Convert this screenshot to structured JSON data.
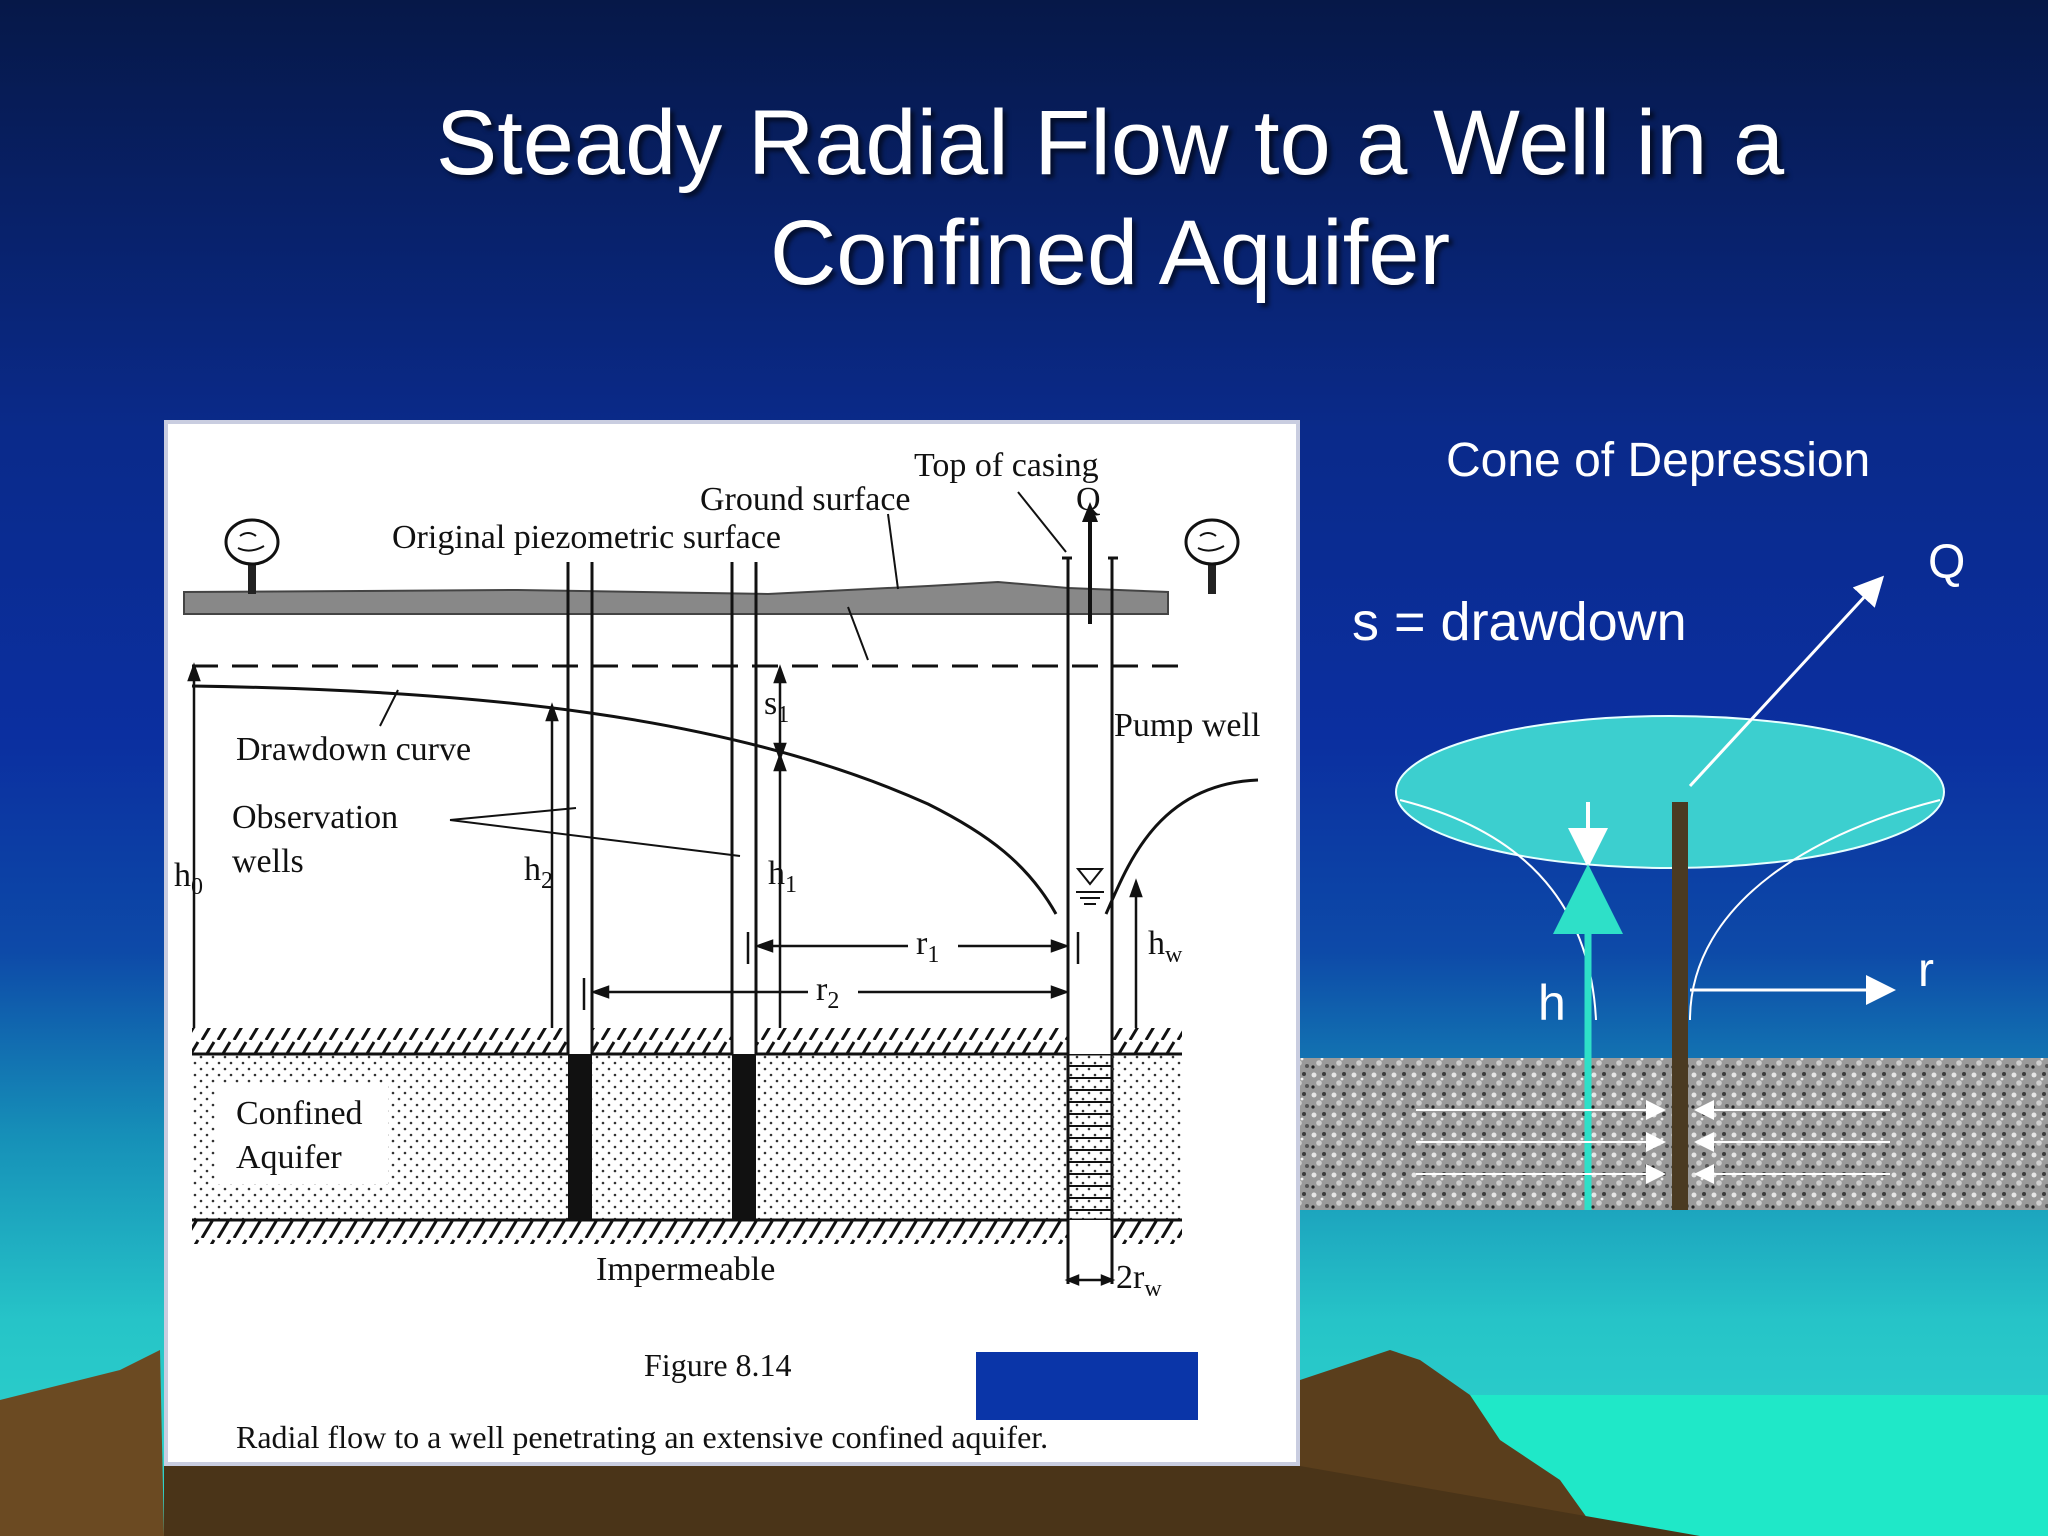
{
  "slide": {
    "title_line1": "Steady Radial Flow to a Well in a",
    "title_line2": "Confined Aquifer"
  },
  "figure": {
    "label_top_of_casing": "Top of casing",
    "label_Q": "Q",
    "label_ground_surface": "Ground surface",
    "label_original_piezometric": "Original piezometric surface",
    "label_drawdown_curve": "Drawdown curve",
    "label_pump_well": "Pump well",
    "label_observation": "Observation",
    "label_wells": "wells",
    "label_h0": "h",
    "label_h0_sub": "0",
    "label_h2": "h",
    "label_h2_sub": "2",
    "label_h1": "h",
    "label_h1_sub": "1",
    "label_s1": "s",
    "label_s1_sub": "1",
    "label_r1": "r",
    "label_r1_sub": "1",
    "label_r2": "r",
    "label_r2_sub": "2",
    "label_hw": "h",
    "label_hw_sub": "w",
    "label_confined": "Confined",
    "label_aquifer": "Aquifer",
    "label_impermeable": "Impermeable",
    "label_2rw": "2r",
    "label_2rw_sub": "w",
    "caption_number": "Figure 8.14",
    "caption_text": "Radial flow to a well penetrating an extensive confined aquifer."
  },
  "cone": {
    "title": "Cone of Depression",
    "drawdown_label": "s = drawdown",
    "Q_label": "Q",
    "r_label": "r",
    "h_label": "h"
  },
  "colors": {
    "cone_fill": "#3ccfcf",
    "h_arrow": "#2ee0c8",
    "well_pipe": "#4a3a22",
    "figure_cover_box": "#0a35a8"
  }
}
